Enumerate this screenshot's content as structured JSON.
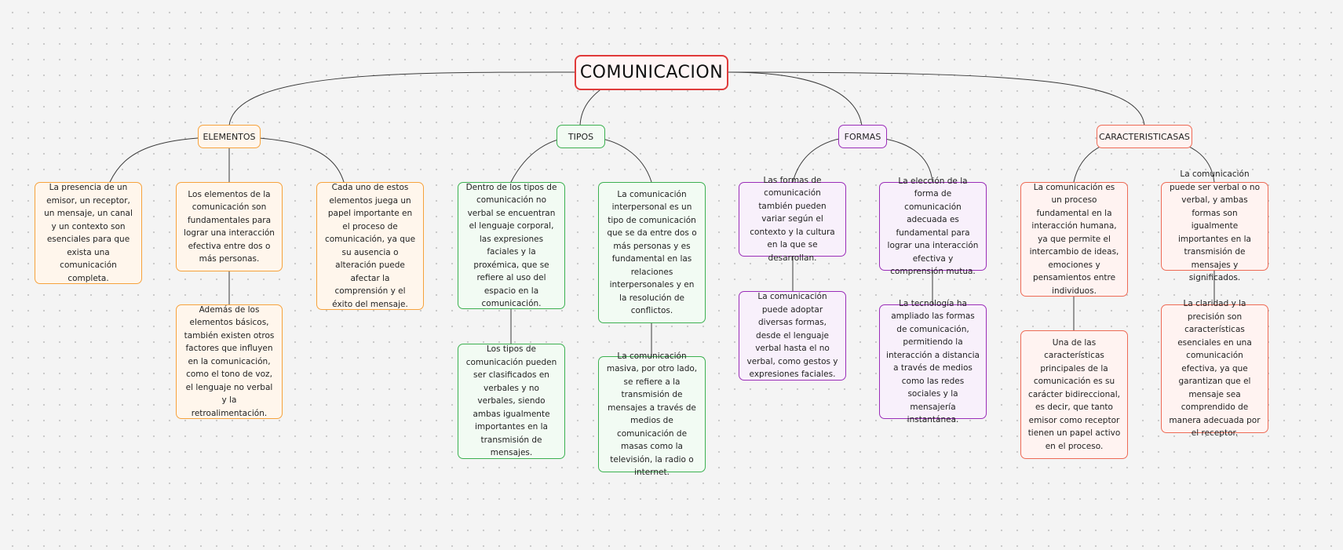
{
  "map": {
    "root": {
      "label": "COMUNICACION"
    },
    "categories": [
      {
        "id": "elementos",
        "label": "ELEMENTOS"
      },
      {
        "id": "tipos",
        "label": "TIPOS"
      },
      {
        "id": "formas",
        "label": "FORMAS"
      },
      {
        "id": "caracteristicas",
        "label": "CARACTERISTICASAS"
      }
    ],
    "colors": {
      "root_border": "#e03a3a",
      "elementos": "#f6a23c",
      "tipos": "#3cb050",
      "formas": "#9a2db8",
      "caracteristicas": "#ee6a55",
      "connector": "#3a3a3a"
    },
    "nodes": {
      "elementos_1": "La presencia de un emisor, un receptor, un mensaje, un canal y un contexto son esenciales para que exista una comunicación completa.",
      "elementos_2": "Los elementos de la comunicación son fundamentales para lograr una interacción efectiva entre dos o más personas.",
      "elementos_2a": "Además de los elementos básicos, también existen otros factores que influyen en la comunicación, como el tono de voz, el lenguaje no verbal y la retroalimentación.",
      "elementos_3": "Cada uno de estos elementos juega un papel importante en el proceso de comunicación, ya que su ausencia o alteración puede afectar la comprensión y el éxito del mensaje.",
      "tipos_1": "Dentro de los tipos de comunicación no verbal se encuentran el lenguaje corporal, las expresiones faciales y la proxémica, que se refiere al uso del espacio en la comunicación.",
      "tipos_1a": "Los tipos de comunicación pueden ser clasificados en verbales y no verbales, siendo ambas igualmente importantes en la transmisión de mensajes.",
      "tipos_2": "La comunicación interpersonal es un tipo de comunicación que se da entre dos o más personas y es fundamental en las relaciones interpersonales y en la resolución de conflictos.",
      "tipos_2a": "La comunicación masiva, por otro lado, se refiere a la transmisión de mensajes a través de medios de comunicación de masas como la televisión, la radio o internet.",
      "formas_1": "Las formas de comunicación también pueden variar según el contexto y la cultura en la que se desarrollan.",
      "formas_1a": "La comunicación puede adoptar diversas formas, desde el lenguaje verbal hasta el no verbal, como gestos y expresiones faciales.",
      "formas_2": "La elección de la forma de comunicación adecuada es fundamental para lograr una interacción efectiva y comprensión mutua.",
      "formas_2a": "La tecnología ha ampliado las formas de comunicación, permitiendo la interacción a distancia a través de medios como las redes sociales y la mensajería instantánea.",
      "caracteristicas_1": "La comunicación es un proceso fundamental en la interacción humana, ya que permite el intercambio de ideas, emociones y pensamientos entre individuos.",
      "caracteristicas_1a": "Una de las características principales de la comunicación es su carácter bidireccional, es decir, que tanto emisor como receptor tienen un papel activo en el proceso.",
      "caracteristicas_2": "La comunicación puede ser verbal o no verbal, y ambas formas son igualmente importantes en la transmisión de mensajes y significados.",
      "caracteristicas_2a": "La claridad y la precisión son características esenciales en una comunicación efectiva, ya que garantizan que el mensaje sea comprendido de manera adecuada por el receptor."
    }
  }
}
